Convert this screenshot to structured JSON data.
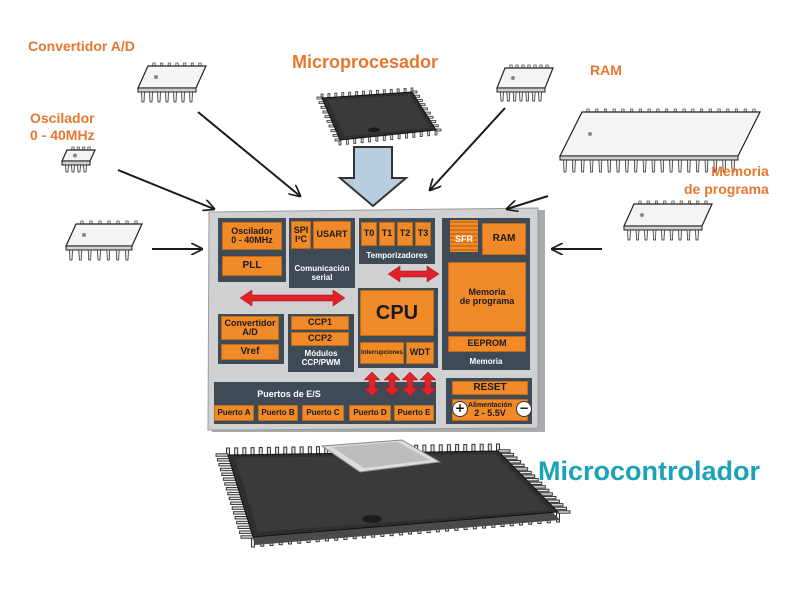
{
  "labels": {
    "convertidor": "Convertidor A/D",
    "oscilador_line1": "Oscilador",
    "oscilador_line2": "0 - 40MHz",
    "microprocesador": "Microprocesador",
    "ram": "RAM",
    "memoria_line1": "Memoria",
    "memoria_line2": "de programa",
    "microcontrolador": "Microcontrolador"
  },
  "blocks": {
    "oscilador_line1": "Oscilador",
    "oscilador_line2": "0 - 40MHz",
    "pll": "PLL",
    "spi": "SPI",
    "i2c": "I²C",
    "usart": "USART",
    "comunicacion_line1": "Comunicación",
    "comunicacion_line2": "serial",
    "t0": "T0",
    "t1": "T1",
    "t2": "T2",
    "t3": "T3",
    "temporizadores": "Temporizadores",
    "sfr": "SFR",
    "ram": "RAM",
    "memoria_line1": "Memoria",
    "memoria_line2": "de programa",
    "eeprom": "EEPROM",
    "memoria": "Memoria",
    "cpu": "CPU",
    "interrupciones": "Interrupciones",
    "wdt": "WDT",
    "convertidor_line1": "Convertidor",
    "convertidor_line2": "A/D",
    "vref": "Vref",
    "ccp1": "CCP1",
    "ccp2": "CCP2",
    "modulos_line1": "Módulos",
    "modulos_line2": "CCP/PWM",
    "puertos": "Puertos de E/S",
    "puerto_a": "Puerto A",
    "puerto_b": "Puerto B",
    "puerto_c": "Puerto C",
    "puerto_d": "Puerto D",
    "puerto_e": "Puerto E",
    "reset": "RESET",
    "alimentacion": "Alimentación",
    "voltaje": "2 - 5.5V",
    "plus": "+",
    "minus": "−"
  },
  "colors": {
    "label_orange": "#e8772e",
    "title_teal": "#1aa3b5",
    "block_orange": "#f08a28",
    "section_dark": "#3e4b56",
    "board_gray": "#cfd0d2",
    "arrow_red": "#e0232a"
  }
}
